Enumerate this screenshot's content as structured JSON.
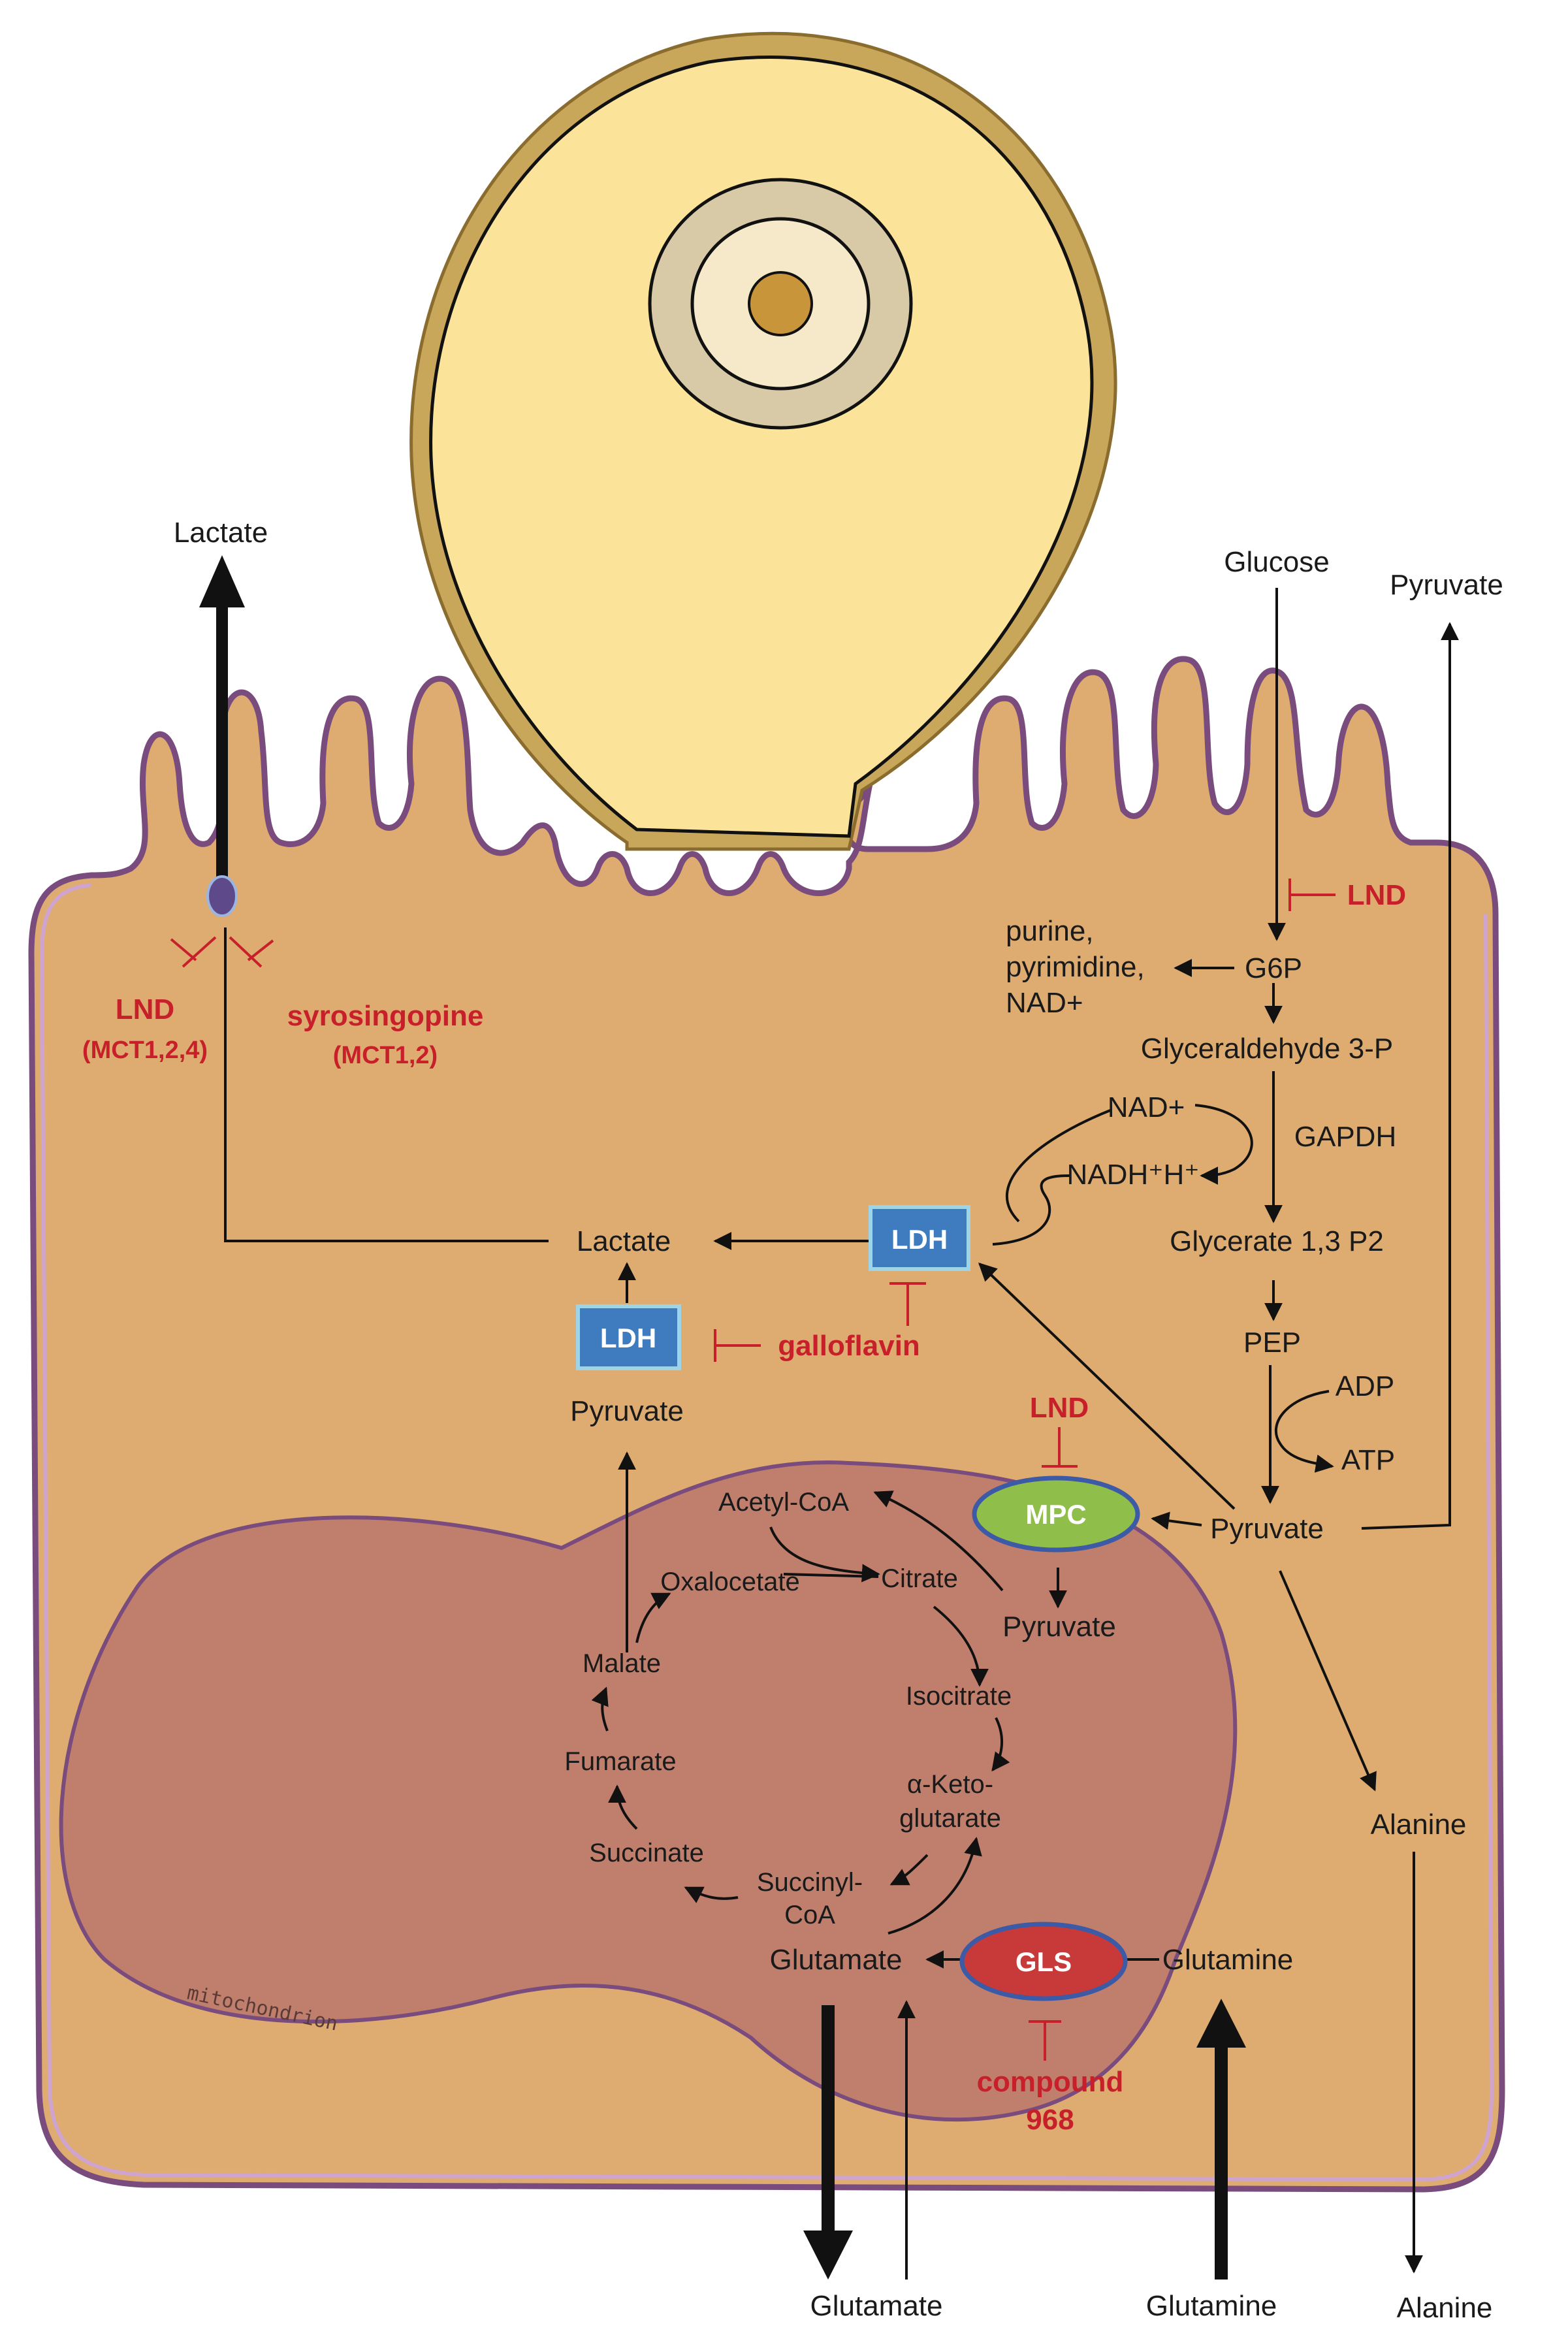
{
  "colors": {
    "cell_fill": "#deac70",
    "membrane_outer": "#7a4c7e",
    "membrane_inner": "#cfa4cf",
    "mitochondrion_fill": "#c07f6d",
    "vacuole_fill": "#fbe49a",
    "vacuole_rim": "#c9a75a",
    "inhibitor": "#c8202a",
    "ldh_fill": "#3f7bbf",
    "ldh_border": "#9ed4e8",
    "mpc_fill": "#8fbf4a",
    "mpc_border": "#3c5aa6",
    "gls_fill": "#c83a3a",
    "gls_border": "#3c5aa6"
  },
  "extracellular": {
    "lactate": "Lactate",
    "glucose": "Glucose",
    "pyruvate": "Pyruvate",
    "glutamate": "Glutamate",
    "glutamine": "Glutamine",
    "alanine": "Alanine"
  },
  "cytosol": {
    "purine": "purine,",
    "pyrimidine": "pyrimidine,",
    "nad_plus_out": "NAD+",
    "g6p": "G6P",
    "glyceraldehyde": "Glyceraldehyde 3-P",
    "nad_plus": "NAD+",
    "nadh": "NADH⁺H⁺",
    "gapdh": "GAPDH",
    "glycerate": "Glycerate 1,3 P2",
    "pep": "PEP",
    "adp": "ADP",
    "atp": "ATP",
    "pyruvate": "Pyruvate",
    "lactate": "Lactate",
    "pyruvate_left": "Pyruvate",
    "alanine": "Alanine"
  },
  "enzymes": {
    "ldh_top": "LDH",
    "ldh_left": "LDH",
    "mpc": "MPC",
    "gls": "GLS"
  },
  "inhibitors": {
    "lnd_mct_line1": "LND",
    "lnd_mct_line2": "(MCT1,2,4)",
    "syro_line1": "syrosingopine",
    "syro_line2": "(MCT1,2)",
    "lnd_hexokinase": "LND",
    "galloflavin": "galloflavin",
    "lnd_mpc": "LND",
    "compound_line1": "compound",
    "compound_line2": "968"
  },
  "mitochondrion": {
    "label": "mitochondrion",
    "acetyl_coa": "Acetyl-CoA",
    "oxalocetate": "Oxalocetate",
    "citrate": "Citrate",
    "pyruvate": "Pyruvate",
    "malate": "Malate",
    "isocitrate": "Isocitrate",
    "fumarate": "Fumarate",
    "akg_line1": "α-Keto-",
    "akg_line2": "glutarate",
    "succinate": "Succinate",
    "succinyl_line1": "Succinyl-",
    "succinyl_line2": "CoA",
    "glutamate": "Glutamate",
    "glutamine": "Glutamine"
  }
}
